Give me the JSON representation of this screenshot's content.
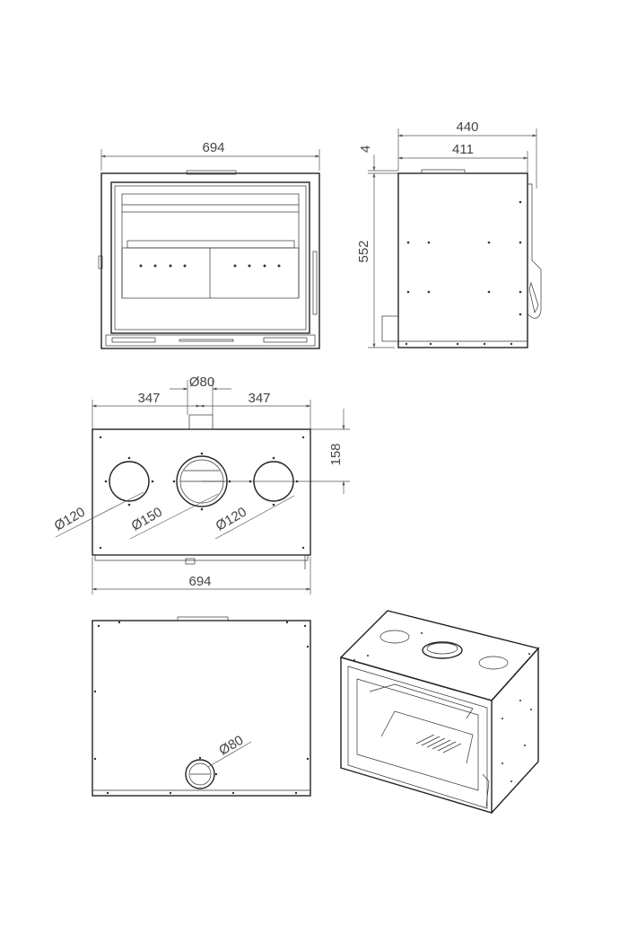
{
  "front_view": {
    "width_label": "694"
  },
  "side_view": {
    "depth_total_label": "440",
    "depth_body_label": "411",
    "top_offset_label": "4",
    "height_label": "552"
  },
  "top_view": {
    "flue_label": "Ø80",
    "left_offset_label": "347",
    "right_offset_label": "347",
    "depth_offset_label": "158",
    "left_hole_label": "Ø120",
    "center_hole_label": "Ø150",
    "right_hole_label": "Ø120",
    "width_label": "694"
  },
  "back_view": {
    "inlet_label": "Ø80"
  }
}
